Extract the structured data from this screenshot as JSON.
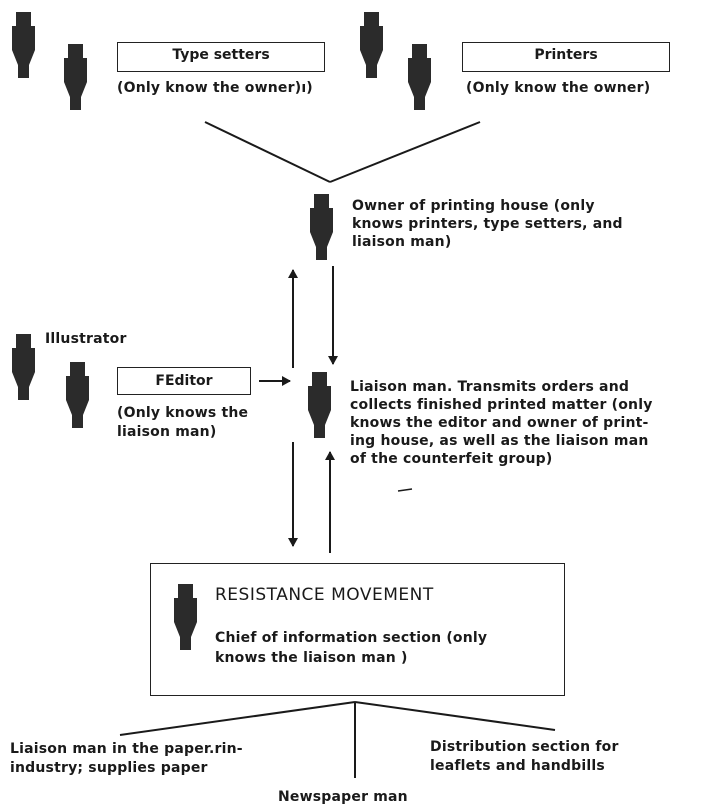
{
  "roles": {
    "type_setters": {
      "label": "Type setters",
      "note": "(Only know the owner)ı)"
    },
    "printers": {
      "label": "Printers",
      "note": "(Only know the owner)"
    },
    "owner": "Owner of printing house (only\nknows printers, type setters, and\nliaison man)",
    "illustrator": "Illustrator",
    "editor": {
      "label": "FEditor",
      "note": "(Only knows the\nliaison man)"
    },
    "liaison": "Liaison man. Transmits orders and\ncollects finished printed matter (only\nknows the editor and owner of print-\ning house, as well as the liaison man\nof the counterfeit group)",
    "resistance": {
      "title": "RESISTANCE MOVEMENT",
      "chief": "Chief of information section (only\nknows the liaison man )"
    },
    "paper_liaison": "Liaison man in the paper.rin-\nindustry; supplies paper",
    "distribution": "Distribution section for\nleaflets and handbills",
    "newspaper": "Newspaper man"
  },
  "colors": {
    "ink": "#1a1a1a",
    "figure": "#2b2b2b"
  },
  "icons": {
    "figure": "person-silhouette-icon",
    "arrow": "arrow-icon"
  }
}
